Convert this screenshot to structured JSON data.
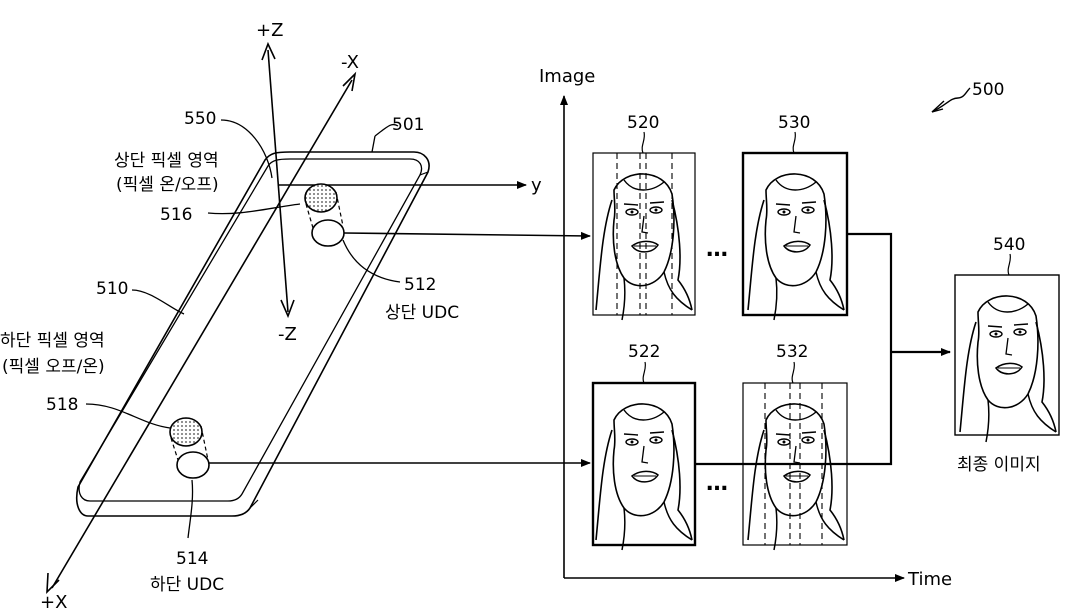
{
  "figure_number": "500",
  "axes": {
    "plus_z": "+Z",
    "minus_z": "-Z",
    "minus_x": "-X",
    "plus_x": "+X",
    "y": "y"
  },
  "device": {
    "ref": "501",
    "display_ref": "510",
    "top_region_ref": "550",
    "top_region_label_line1": "상단 픽셀 영역",
    "top_region_label_line2": "(픽셀 온/오프)",
    "bottom_region_label_line1": "하단 픽셀 영역",
    "bottom_region_label_line2": "(픽셀 오프/온)",
    "top_pixel_ref": "516",
    "bottom_pixel_ref": "518",
    "top_udc_ref": "512",
    "top_udc_label": "상단 UDC",
    "bottom_udc_ref": "514",
    "bottom_udc_label": "하단 UDC"
  },
  "graph": {
    "y_axis_label": "Image",
    "x_axis_label": "Time"
  },
  "frames": {
    "f520": "520",
    "f530": "530",
    "f522": "522",
    "f532": "532",
    "f540": "540",
    "ellipsis": "…",
    "final_label": "최종 이미지"
  }
}
